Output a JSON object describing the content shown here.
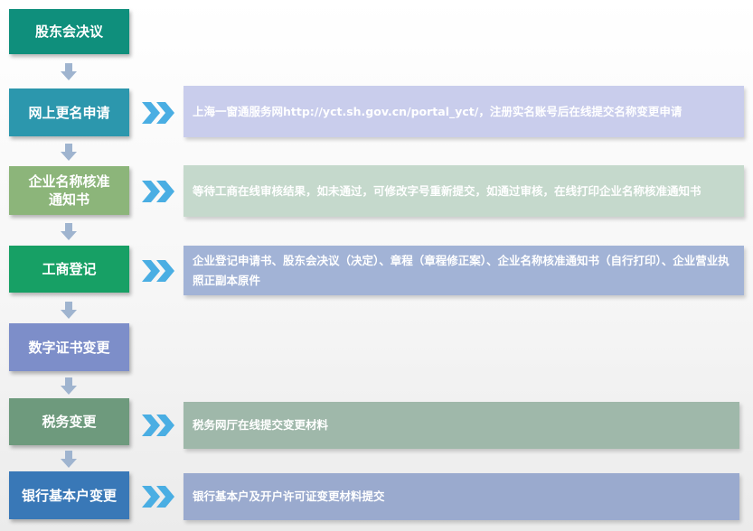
{
  "steps": [
    {
      "label": "股东会决议",
      "color": "#0f8f7c"
    },
    {
      "label": "网上更名申请",
      "color": "#2c97ad"
    },
    {
      "label": "企业名称核准\n通知书",
      "color": "#8cb57a"
    },
    {
      "label": "工商登记",
      "color": "#17a065"
    },
    {
      "label": "数字证书变更",
      "color": "#7d8ec9"
    },
    {
      "label": "税务变更",
      "color": "#6e9a7d"
    },
    {
      "label": "银行基本户变更",
      "color": "#3978b7"
    }
  ],
  "descriptions": {
    "online_rename": {
      "text": "上海一窗通服务网http://yct.sh.gov.cn/portal_yct/，注册实名账号后在线提交名称变更申请",
      "color": "#c9cdec"
    },
    "name_approval": {
      "text": "等待工商在线审核结果，如未通过，可修改字号重新提交，如通过审核，在线打印企业名称核准通知书",
      "color": "#c5d9cc"
    },
    "business_registration": {
      "text": "企业登记申请书、股东会决议（决定）、章程（章程修正案）、企业名称核准通知书（自行打印）、企业营业执照正副本原件",
      "color": "#a2b3d6"
    },
    "tax_change": {
      "text": "税务网厅在线提交变更材料",
      "color": "#9fb8aa"
    },
    "bank_change": {
      "text": "银行基本户及开户许可证变更材料提交",
      "color": "#9aaace"
    }
  },
  "icons": {
    "step_connector": "down-arrow-icon",
    "description_pointer": "double-chevron-right-icon"
  },
  "colors": {
    "connector_arrow": "#9fb4cf",
    "chevron": "#4aaee3"
  }
}
